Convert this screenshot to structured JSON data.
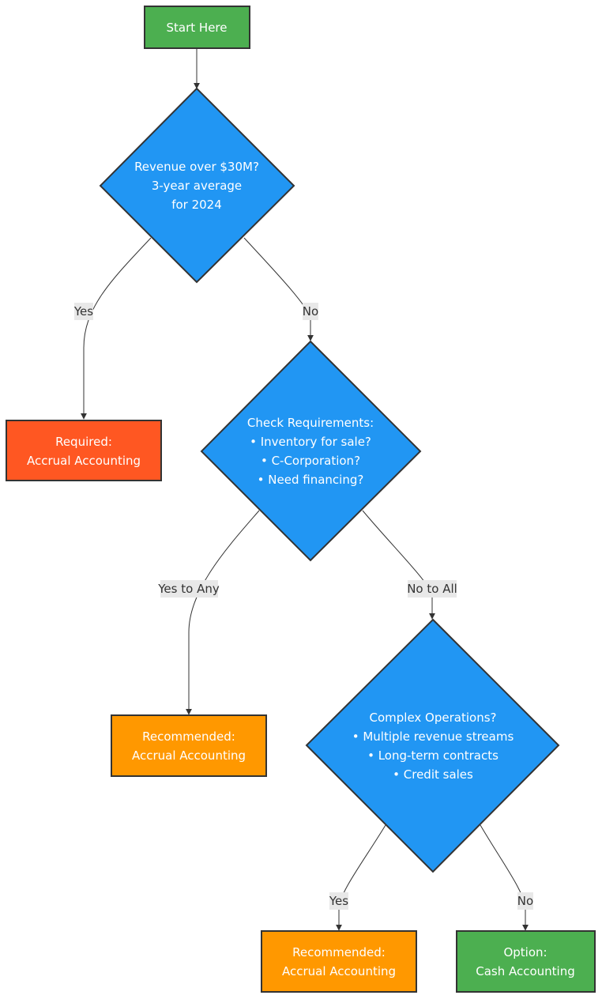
{
  "colors": {
    "start": "#4CAF50",
    "decision": "#2196F3",
    "required": "#FF5722",
    "recommended": "#FF9800",
    "option": "#4CAF50",
    "border": "#333333",
    "edge": "#333333",
    "label_bg": "#e8e8e8"
  },
  "nodes": {
    "start": {
      "line1": "Start Here"
    },
    "revenue": {
      "line1": "Revenue over $30M?",
      "line2": "3-year average",
      "line3": "for 2024"
    },
    "required": {
      "line1": "Required:",
      "line2": "Accrual Accounting"
    },
    "check": {
      "line1": "Check Requirements:",
      "line2": "• Inventory for sale?",
      "line3": "• C-Corporation?",
      "line4": "• Need financing?"
    },
    "recommended_any": {
      "line1": "Recommended:",
      "line2": "Accrual Accounting"
    },
    "complex": {
      "line1": "Complex Operations?",
      "line2": "• Multiple revenue streams",
      "line3": "• Long-term contracts",
      "line4": "• Credit sales"
    },
    "recommended_complex": {
      "line1": "Recommended:",
      "line2": "Accrual Accounting"
    },
    "cash": {
      "line1": "Option:",
      "line2": "Cash Accounting"
    }
  },
  "edges": {
    "revenue_yes": "Yes",
    "revenue_no": "No",
    "check_yes": "Yes to Any",
    "check_no": "No to All",
    "complex_yes": "Yes",
    "complex_no": "No"
  }
}
